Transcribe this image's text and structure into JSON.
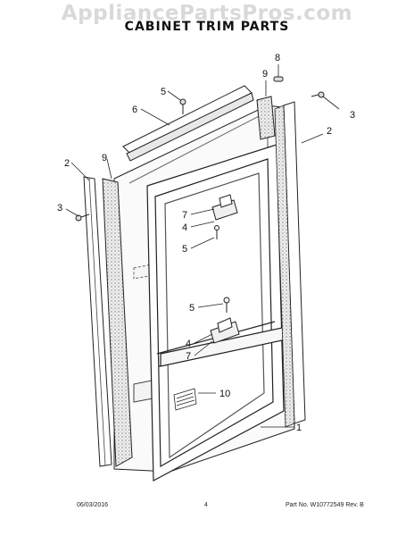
{
  "watermark": "AppliancePartsPros.com",
  "title": "CABINET TRIM PARTS",
  "callouts": {
    "c8": "8",
    "c9_top": "9",
    "c5_top": "5",
    "c6": "6",
    "c3_right": "3",
    "c2_right": "2",
    "c2_left": "2",
    "c9_left": "9",
    "c3_left": "3",
    "c7_upper": "7",
    "c4_upper": "4",
    "c5_middle": "5",
    "c5_lower": "5",
    "c4_lower": "4",
    "c7_lower": "7",
    "c10": "10",
    "c1": "1"
  },
  "footer": {
    "date": "06/03/2016",
    "page": "4",
    "part": "Part No. W10772549  Rev. B"
  }
}
